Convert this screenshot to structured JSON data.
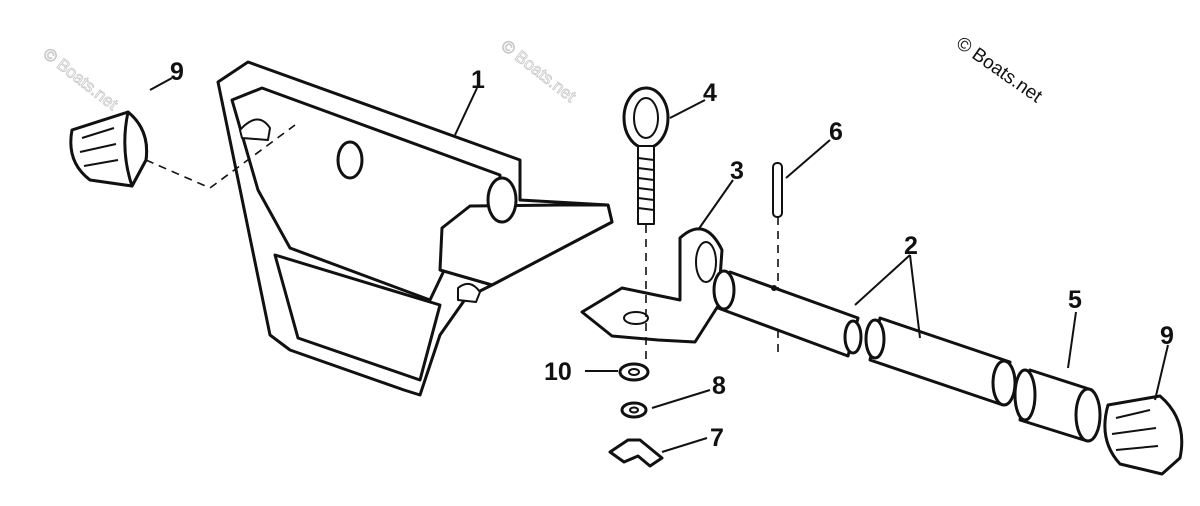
{
  "watermarks": [
    "© Boats.net",
    "© Boats.net",
    "© Boats.net"
  ],
  "callouts": [
    {
      "id": "callout-1",
      "text": "1"
    },
    {
      "id": "callout-2",
      "text": "2"
    },
    {
      "id": "callout-3",
      "text": "3"
    },
    {
      "id": "callout-4",
      "text": "4"
    },
    {
      "id": "callout-5",
      "text": "5"
    },
    {
      "id": "callout-6",
      "text": "6"
    },
    {
      "id": "callout-7",
      "text": "7"
    },
    {
      "id": "callout-8",
      "text": "8"
    },
    {
      "id": "callout-9-left",
      "text": "9"
    },
    {
      "id": "callout-9-right",
      "text": "9"
    },
    {
      "id": "callout-10",
      "text": "10"
    }
  ]
}
